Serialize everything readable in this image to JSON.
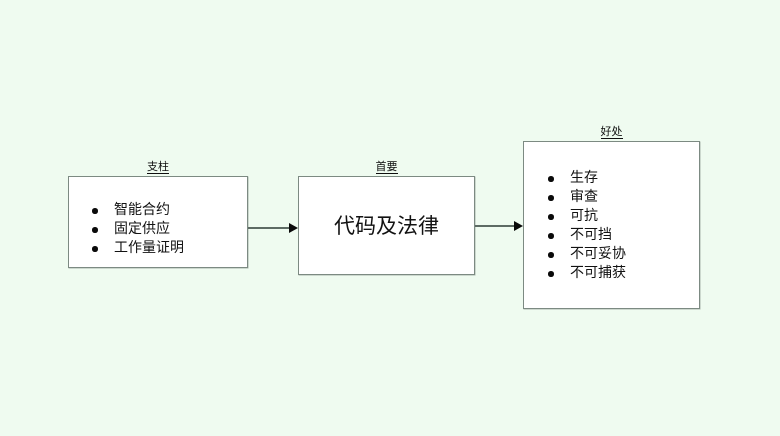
{
  "diagram": {
    "background_color": "#effbf0",
    "box_fill_color": "#ffffff",
    "box_border_color": "#7c8a82",
    "arrow_color": "#5d6b64",
    "nodes": [
      {
        "id": "pillars",
        "caption": "支柱",
        "items": [
          "智能合约",
          "固定供应",
          "工作量证明"
        ]
      },
      {
        "id": "primary",
        "caption": "首要",
        "text": "代码及法律"
      },
      {
        "id": "benefits",
        "caption": "好处",
        "items": [
          "生存",
          "审查",
          "可抗",
          "不可挡",
          "不可妥协",
          "不可捕获"
        ]
      }
    ],
    "connectors": [
      {
        "id": "arrow-1",
        "from": "pillars",
        "to": "primary",
        "label": ""
      },
      {
        "id": "arrow-2",
        "from": "primary",
        "to": "benefits",
        "label": ""
      }
    ]
  }
}
